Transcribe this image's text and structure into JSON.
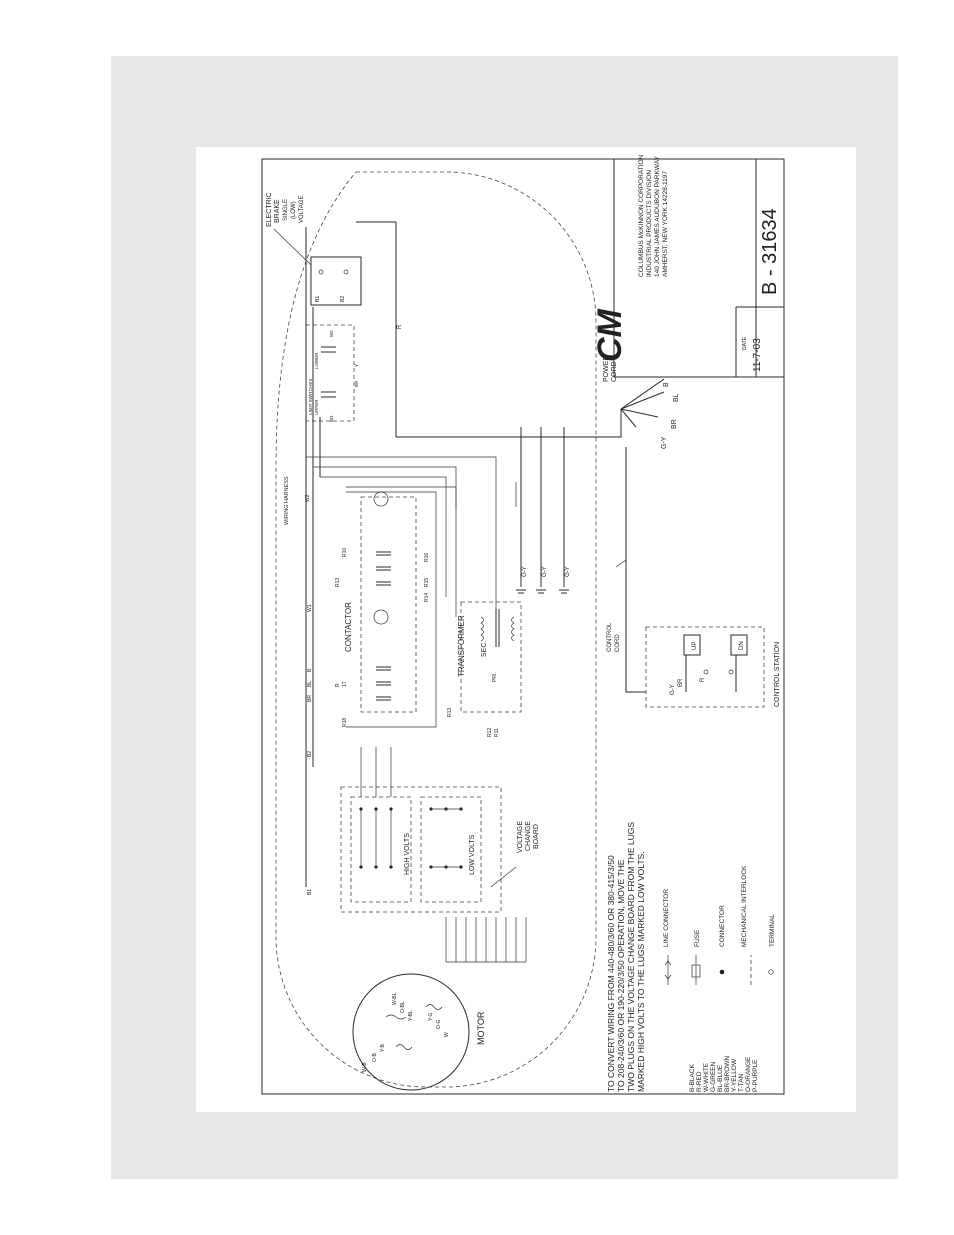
{
  "title_block": {
    "company_lines": [
      "COLUMBUS McKINNON CORPORATION",
      "INDUSTRIAL PRODUCTS DIVISION",
      "140 JOHN JAMES AUDUBON PARKWAY",
      "AMHERST, NEW YORK 14228-1197"
    ],
    "logo_text": "CM",
    "date_label": "DATE",
    "date_value": "11-7-03",
    "drawing_number": "B - 31634"
  },
  "labels": {
    "electric_brake": [
      "ELECTRIC",
      "BRAKE",
      "SINGLE",
      "(LOW)",
      "VOLTAGE"
    ],
    "limit_switches": "LIMIT SWITCHES",
    "upper": "UPPER",
    "lower": "LOWER",
    "power_cord": [
      "POWER",
      "CORD"
    ],
    "wiring_harness": "WIRING HARNESS",
    "contactor": "CONTACTOR",
    "transformer": "TRANSFORMER",
    "sec": "SEC.",
    "pri": "PRI.",
    "control_cord": [
      "CONTROL",
      "CORD"
    ],
    "control_station": "CONTROL STATION",
    "up": "UP",
    "dn": "DN",
    "high_volts": "HIGH VOLTS",
    "low_volts": "LOW VOLTS",
    "voltage_change_board": [
      "VOLTAGE",
      "CHANGE",
      "BOARD"
    ],
    "motor": "MOTOR",
    "power_wires": [
      "B",
      "BL",
      "BR",
      "G-Y"
    ],
    "r_wire": "R",
    "ground_labels": [
      "G-Y",
      "G-Y",
      "G-Y"
    ],
    "station_wires": [
      "G-Y",
      "BR",
      "R"
    ],
    "brake_terminals": [
      "B1",
      "B2"
    ],
    "switch_terminals": [
      "W1",
      "W2",
      "BR",
      "Y"
    ],
    "harness_wires": [
      "B",
      "BL",
      "BR",
      "W1",
      "B2",
      "R13",
      "R10",
      "W2",
      "R",
      "17",
      "R18",
      "B1",
      "R16",
      "R15",
      "R14",
      "R12",
      "R11",
      "R13"
    ],
    "motor_wires": [
      "W-B",
      "O-B",
      "Y-B",
      "W-BL",
      "O-BL",
      "Y-BL",
      "W",
      "O-G",
      "Y-G"
    ]
  },
  "notes": [
    "TO CONVERT WIRING FROM 440-480/3/60 OR 380-415/3/50",
    "TO 208-240/3/60 OR 190-220/3/50 OPERATION, MOVE THE",
    "TWO PLUGS ON THE VOLTAGE CHANGE BOARD FROM THE LUGS",
    "MARKED HIGH VOLTS TO THE LUGS MARKED LOW VOLTS."
  ],
  "color_key": [
    "B-BLACK",
    "R-RED",
    "W-WHITE",
    "G-GREEN",
    "BL-BLUE",
    "BR-BROWN",
    "Y-YELLOW",
    "T-TAN",
    "O-ORANGE",
    "P-PURPLE"
  ],
  "symbol_legend": [
    {
      "label": "LINE CONNECTOR"
    },
    {
      "label": "FUSE"
    },
    {
      "label": "CONNECTOR"
    },
    {
      "label": "MECHANICAL INTERLOCK"
    },
    {
      "label": "TERMINAL"
    }
  ]
}
